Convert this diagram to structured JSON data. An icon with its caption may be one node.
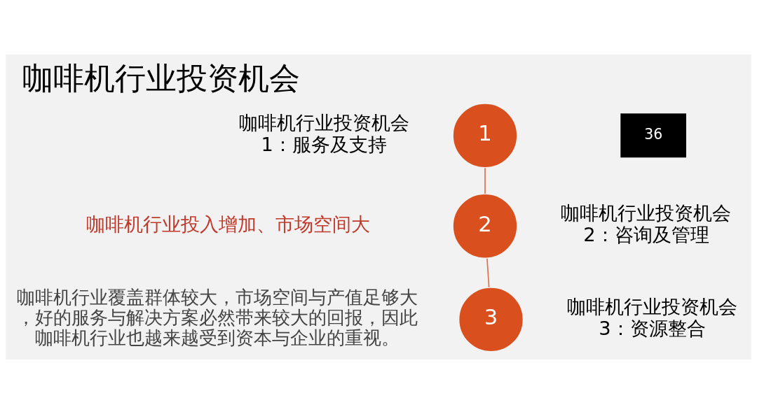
{
  "diagram": {
    "title": "咖啡机行业投资机会",
    "nodes": [
      {
        "text": [
          "1"
        ],
        "beside": [
          "咖啡机行业投资机会1：服务及支持"
        ]
      },
      {
        "text": [
          "2"
        ],
        "beside": [
          "咖啡机行业投资机会2：咨询及管理"
        ]
      },
      {
        "text": [
          "3"
        ],
        "beside": [
          "咖啡机行业投资机会3：资源整合"
        ]
      }
    ],
    "edges": [
      {
        "from": 0,
        "to": 1,
        "arrow": "none"
      },
      {
        "from": 1,
        "to": 2,
        "arrow": "none"
      }
    ],
    "labels": [
      "36",
      "咖啡机行业投入增加、市场空间大",
      "咖啡机行业覆盖群体较大，市场空间与产值足够大，好的服务与解决方案必然带来较大的回报，因此咖啡机行业也越来越受到资本与企业的重视。"
    ]
  }
}
